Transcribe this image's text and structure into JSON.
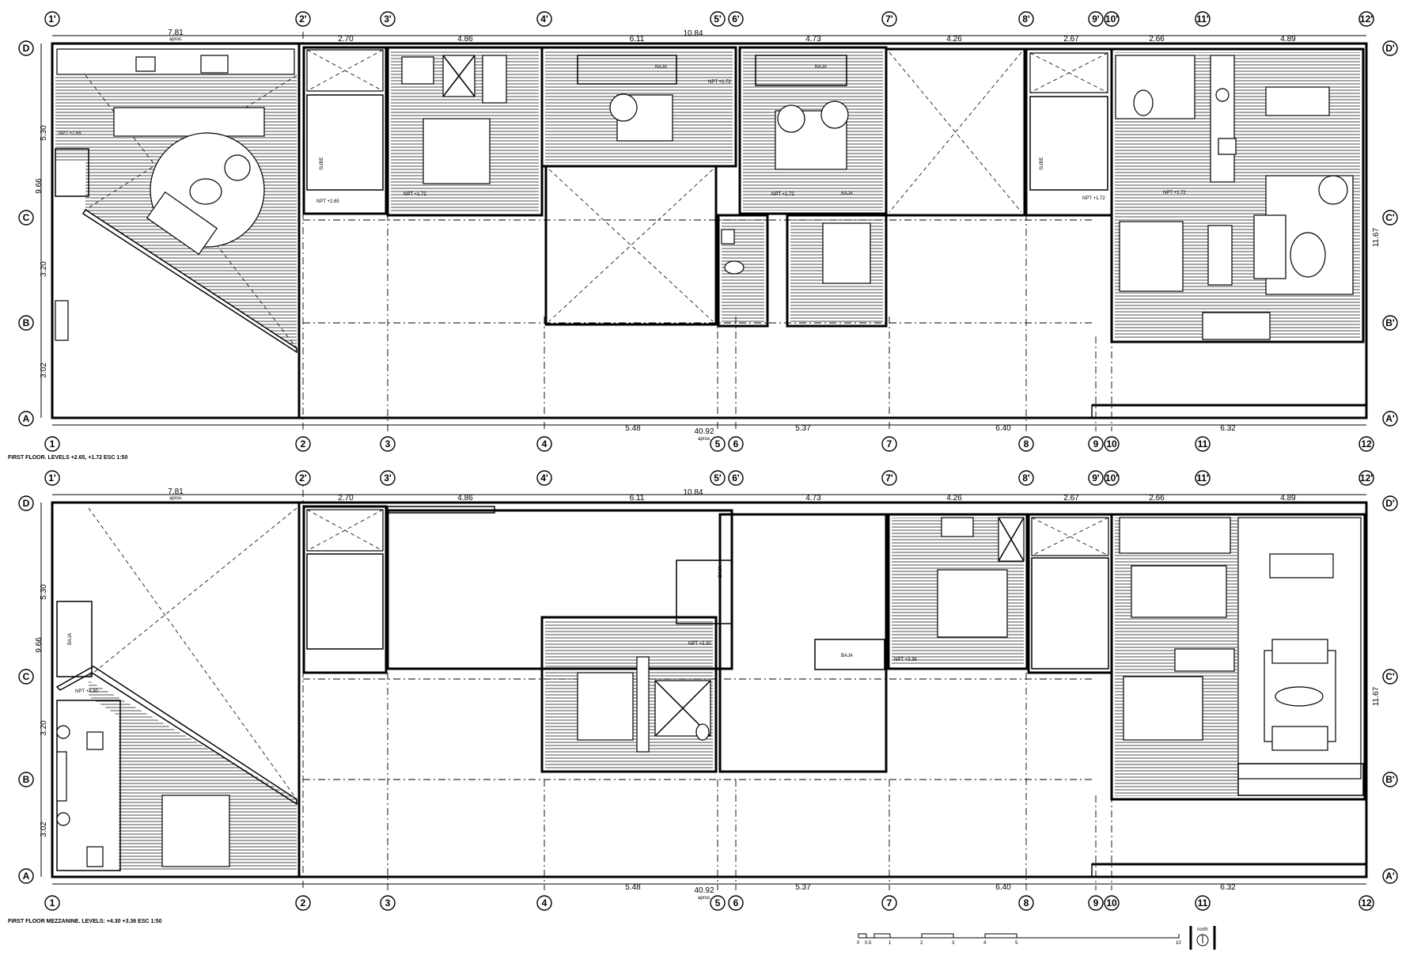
{
  "plans": [
    {
      "id": "first-floor",
      "title": "FIRST FLOOR. LEVELS +2.65, +1.72  ESC 1:50",
      "top_dims": [
        "7.81",
        "2.70",
        "4.86",
        "6.11",
        "10.84",
        "4.73",
        "4.26",
        "2.67",
        "2.66",
        "4.89"
      ],
      "top_approx": "aprox.",
      "bottom_dims": [
        "5.48",
        "40.92",
        "5.37",
        "6.40",
        "6.32"
      ],
      "bottom_approx": "aprox.",
      "left_dims": [
        "5.30",
        "9.66",
        "3.20",
        "3.02"
      ],
      "right_dims": [
        "11.67"
      ],
      "levels": [
        "NPT +2.65",
        "NPT +1.72",
        "NPT +1.72",
        "NPT +1.72",
        "NPT +1.72",
        "NPT +1.72",
        "NPT +2.65"
      ],
      "stair_labels": [
        "SUBE",
        "BAJA",
        "BAJA",
        "SUBE",
        "BAJA"
      ]
    },
    {
      "id": "first-floor-mezzanine",
      "title": "FIRST FLOOR MEZZANINE. LEVELS: +4.30  +3.36  ESC 1:50",
      "top_dims": [
        "7.81",
        "2.70",
        "4.86",
        "6.11",
        "10.84",
        "4.73",
        "4.26",
        "2.67",
        "2.66",
        "4.89"
      ],
      "top_approx": "aprox.",
      "bottom_dims": [
        "5.48",
        "40.92",
        "5.37",
        "6.40",
        "6.32"
      ],
      "bottom_approx": "aprox.",
      "left_dims": [
        "5.30",
        "9.66",
        "3.20",
        "3.02"
      ],
      "right_dims": [
        "11.67"
      ],
      "levels": [
        "NPT +4.30",
        "NPT +3.30",
        "NPT +3.36"
      ],
      "stair_labels": [
        "BAJA",
        "BAJA",
        "BAJA"
      ]
    }
  ],
  "grid_columns": [
    "1",
    "2",
    "3",
    "4",
    "5",
    "6",
    "7",
    "8",
    "9",
    "10",
    "11",
    "12"
  ],
  "grid_columns_primed": [
    "1'",
    "2'",
    "3'",
    "4'",
    "5'",
    "6'",
    "7'",
    "8'",
    "9'",
    "10'",
    "11'",
    "12'"
  ],
  "grid_rows": [
    "D",
    "C",
    "B",
    "A"
  ],
  "grid_rows_primed": [
    "D'",
    "C'",
    "B'",
    "A'"
  ],
  "scale_bar": {
    "ticks": [
      "0",
      "0.5",
      "1",
      "2",
      "3",
      "4",
      "5",
      "10"
    ],
    "north_label": "north"
  }
}
